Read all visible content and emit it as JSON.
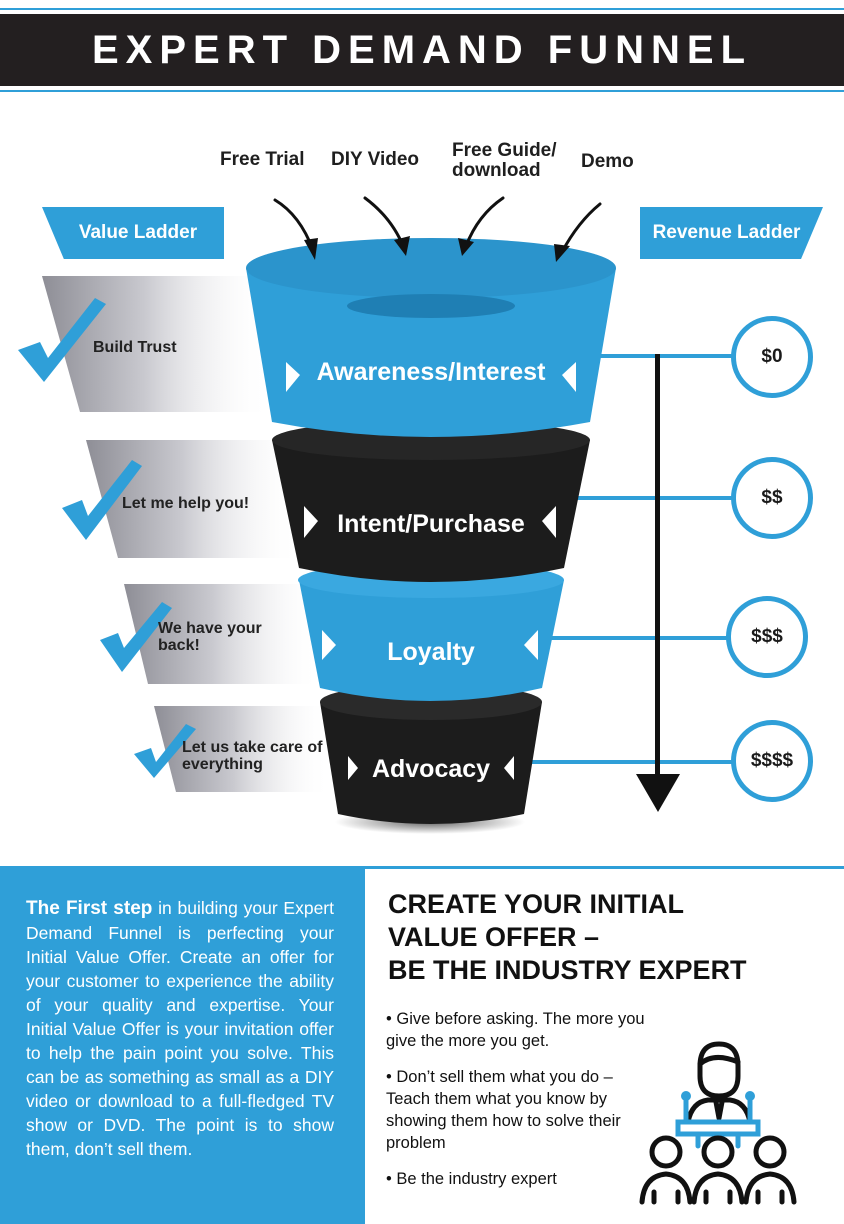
{
  "title": "EXPERT DEMAND FUNNEL",
  "inputs": [
    {
      "label": "Free Trial"
    },
    {
      "label": "DIY Video"
    },
    {
      "label": "Free Guide/ download"
    },
    {
      "label": "Demo"
    }
  ],
  "value_ladder": {
    "heading": "Value Ladder",
    "items": [
      "Build Trust",
      "Let me help you!",
      "We have your back!",
      "Let us take care of everything"
    ]
  },
  "revenue_ladder": {
    "heading": "Revenue Ladder",
    "items": [
      "$0",
      "$$",
      "$$$",
      "$$$$"
    ]
  },
  "funnel_stages": [
    {
      "label": "Awareness/Interest",
      "color": "#2f9fd8"
    },
    {
      "label": "Intent/Purchase",
      "color": "#1c1c1c"
    },
    {
      "label": "Loyalty",
      "color": "#2f9fd8"
    },
    {
      "label": "Advocacy",
      "color": "#1c1c1c"
    }
  ],
  "intro": {
    "lead": "The First step",
    "body": " in building your Expert Demand Funnel is perfecting your Initial Value Offer. Create an offer for your customer to experience the ability of your quality and expertise. Your Initial Value Offer is your invitation offer to help the pain point you solve. This can be as something as small as a DIY video or download to a full-fledged TV show or DVD. The point is to show them, don’t sell them."
  },
  "offer": {
    "heading_line1": "CREATE YOUR INITIAL",
    "heading_line2": "VALUE OFFER –",
    "heading_line3": "BE THE INDUSTRY EXPERT",
    "bullets": [
      "• Give before asking. The more you give the more you get.",
      "• Don’t sell them what you do – Teach them what you know by showing them how to solve their problem",
      "• Be the industry expert"
    ]
  },
  "colors": {
    "accent": "#2f9fd8",
    "dark": "#231f20"
  }
}
